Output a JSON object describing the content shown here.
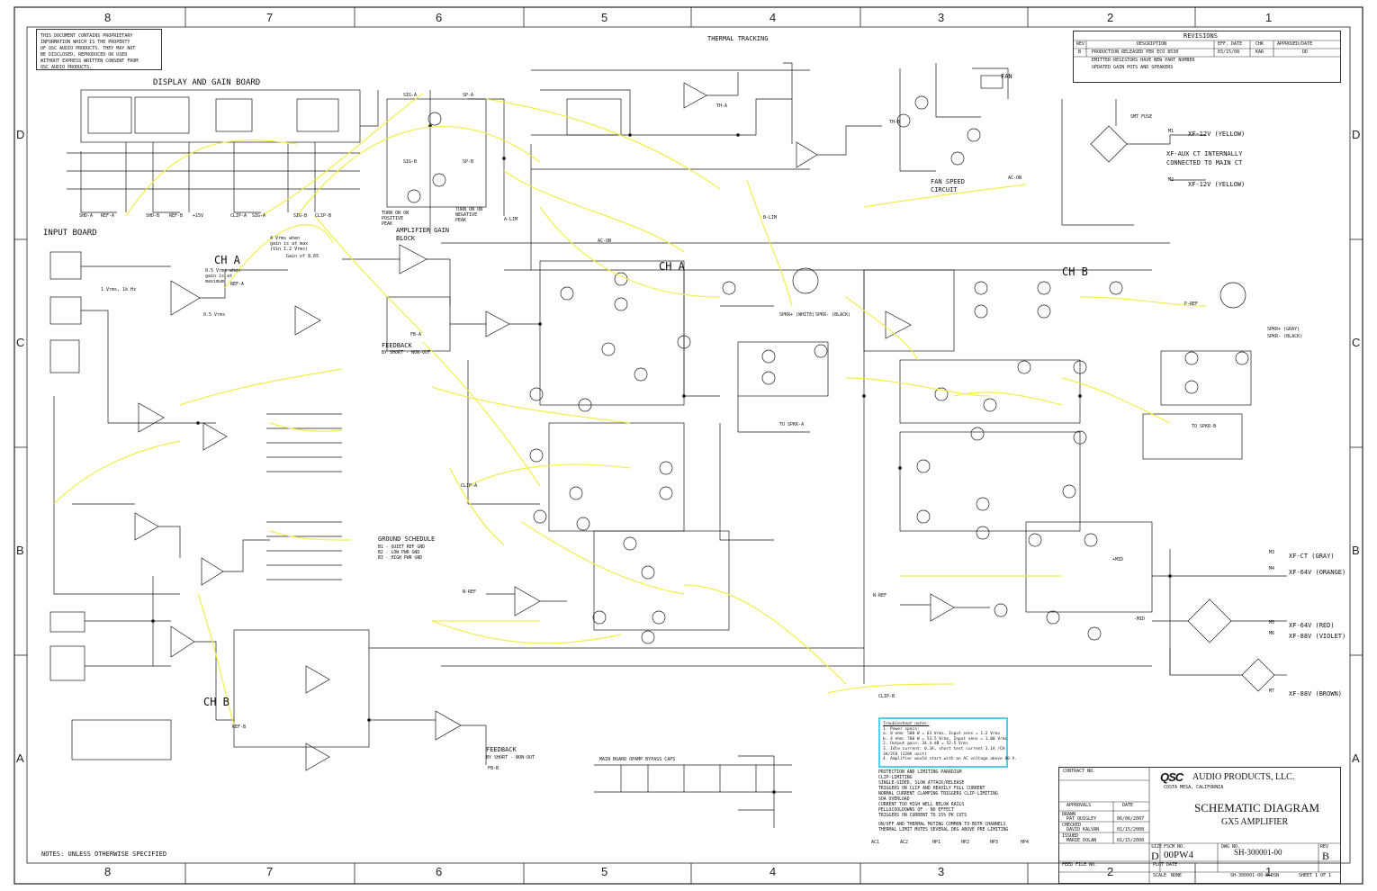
{
  "zones": {
    "top": [
      "8",
      "7",
      "6",
      "5",
      "4",
      "3",
      "2",
      "1"
    ],
    "side": [
      "D",
      "C",
      "B",
      "A"
    ]
  },
  "legal_notice": [
    "THIS DOCUMENT CONTAINS PROPRIETARY",
    "INFORMATION WHICH IS THE PROPERTY",
    "OF QSC AUDIO PRODUCTS. THEY MAY NOT",
    "BE DISCLOSED, REPRODUCED OR USED",
    "WITHOUT EXPRESS WRITTEN CONSENT FROM",
    "QSC AUDIO PRODUCTS."
  ],
  "revisions": {
    "title": "REVISIONS",
    "headers": [
      "REV",
      "DESCRIPTION",
      "EFF. DATE",
      "CHK",
      "APPROVED/DATE"
    ],
    "rows": [
      [
        "B",
        "PRODUCTION RELEASED PER ECO 8530",
        "03/15/08",
        "KAR",
        "DD"
      ],
      [
        "",
        "EMITTER RESISTORS HAVE NEW PART NUMBER",
        "",
        "",
        ""
      ],
      [
        "",
        "UPDATED GAIN POTS AND SPEAKERS",
        "",
        "",
        ""
      ]
    ]
  },
  "section_titles": {
    "display_gain": "DISPLAY AND GAIN BOARD",
    "thermal": "THERMAL TRACKING",
    "input_board": "INPUT BOARD",
    "ch_a_input": "CH A",
    "ch_a_output": "CH A",
    "ch_b_output": "CH B",
    "ch_b_input": "CH B",
    "amp_gain_block": "AMPLIFIER GAIN BLOCK",
    "fan_speed": "FAN SPEED CIRCUIT",
    "ground_schedule": "GROUND SCHEDULE",
    "feedback_a": "FEEDBACK",
    "feedback_b": "FEEDBACK",
    "main_board_bypass": "MAIN BOARD OPAMP BYPASS CAPS",
    "smt_fuse": "SMT FUSE",
    "notes": "NOTES: UNLESS OTHERWISE SPECIFIED"
  },
  "connector_labels": {
    "display_row": [
      "SHD-A",
      "REF-A",
      "SHD-B",
      "REF-B",
      "+15V",
      "CLIP-A",
      "SIG-A",
      "SIG-B",
      "CLIP-B"
    ],
    "sig_sp": [
      "SIG-A",
      "SP-A",
      "SIG-B",
      "SP-B"
    ],
    "transformer": [
      {
        "label": "XF-12V (YELLOW)",
        "pin": "M1"
      },
      {
        "label": "XF-AUX CT INTERNALLY",
        "pin": ""
      },
      {
        "label": "CONNECTED TO MAIN CT",
        "pin": ""
      },
      {
        "label": "XF-12V (YELLOW)",
        "pin": "M2"
      },
      {
        "label": "XF-CT (GRAY)",
        "pin": "M3"
      },
      {
        "label": "XF-64V (ORANGE)",
        "pin": "M4"
      },
      {
        "label": "XF-64V (RED)",
        "pin": "M5"
      },
      {
        "label": "XF-88V (VIOLET)",
        "pin": "M6"
      },
      {
        "label": "XF-88V (BROWN)",
        "pin": "M7"
      }
    ],
    "speaker_a": [
      "SPKR+ (WHITE)",
      "SPKR- (BLACK)"
    ],
    "speaker_b": [
      "SPKR+ (GRAY)",
      "SPKR- (BLACK)"
    ],
    "misc": [
      "AC-ON",
      "AC-ON",
      "A-LIM",
      "B-LIM",
      "TH-A",
      "TH-B",
      "FAN",
      "P-REF",
      "N-REF",
      "N-REF",
      "+MID",
      "-MID",
      "FB-A",
      "FB-B",
      "CLIP-A",
      "CLIP-B",
      "REF-A",
      "REF-B",
      "TO SPKR-A",
      "TO SPKR-B"
    ]
  },
  "annotations": [
    "4 Vrms when gain is at max (Vin 1.2 Vrms)",
    "Gain of 8.65",
    "0.5 Vrms when gain is at maximum",
    "1 Vrms, 1k Hz",
    "0.5 Vrms",
    "TURN ON ON POSITIVE PEAK",
    "TURN ON ON NEGATIVE PEAK",
    "BY SHORT - NON-OUT",
    "BY SHORT - NON-OUT"
  ],
  "ground_schedule_notes": [
    "B1 - QUIET REF GND",
    "B2 - LOW PWR GND",
    "B3 - HIGH PWR GND"
  ],
  "protection_notes": [
    "PROTECTION AND LIMITING PARADIGM",
    "CLIP-LIMITING",
    "SINGLE-SIDED, SLOW ATTACK/RELEASE",
    "TRIGGERS ON CLIP AND HEAVILY FULL CURRENT",
    "NORMAL CURRENT CLAMPING TRIGGERS CLIP-LIMITING",
    "SOA OVERLOAD",
    "CURRENT TOO HIGH WELL BELOW RAILS",
    "PELLOCOOLDOWNS OF - NO EFFECT",
    "TRIGGERS ON CURRENT TO 15% PK CUTS",
    "ON/OFF AND THERMAL MUTING COMMON TO BOTH CHANNELS",
    "THERMAL LIMIT MUTES SEVERAL DEG ABOVE PRE LIMITING"
  ],
  "troubleshooting": [
    "Troubleshoot notes:",
    "1. Power specs:",
    "  a. 8 ohm: 500 W = 63 Vrms, Input sens = 1.2 Vrms",
    "  b. 4 ohm: 700 W = 53.5 Vrms, Input sens = 1.00 Vrms",
    "2. Output gain: 34.4 dB = 52.5 Vrms",
    "3. Idle current: 0.3A, short test current 3.1A /CH",
    "   3A/2CH (120V unit)",
    "4. Amplifier would start with an AC voltage above 80 V."
  ],
  "title_block": {
    "contract_label": "CONTRACT NO.",
    "company": "AUDIO PRODUCTS, LLC.",
    "logo": "QSC",
    "location": "COSTA MESA, CALIFORNIA",
    "approvals": "APPROVALS",
    "date": "DATE",
    "drawn": "DRAWN",
    "checked": "CHECKED",
    "issued": "ISSUED",
    "drawn_by": "PAT QUIGLEY",
    "drawn_date": "06/06/2007",
    "checked_by": "DAVID KALVAN",
    "checked_date": "01/15/2008",
    "issued_by": "MARIE DOLAN",
    "issued_date": "01/15/2008",
    "title": "SCHEMATIC DIAGRAM",
    "subtitle": "GX5 AMPLIFIER",
    "size_label": "SIZE",
    "size": "D",
    "fscm_label": "FSCM NO.",
    "fscm": "00PW4",
    "dwg_label": "DWG NO.",
    "dwg": "SH-300001-00",
    "rev_label": "REV",
    "rev": "B",
    "scale_label": "SCALE",
    "scale": "NONE",
    "sheet": "SHEET 1 OF 1",
    "feed_file": "FEED FILE NO.",
    "plot_date": "PLOT DATE",
    "cad_file": "SH-300001-00-B.DSN"
  },
  "mounting": [
    "AC1",
    "AC2",
    "HP1",
    "HP2",
    "HP3",
    "HP4"
  ],
  "colors": {
    "yellow_probe": "#f3ee4a",
    "cyan_note": "#2fc8e6",
    "ink": "#111111"
  }
}
